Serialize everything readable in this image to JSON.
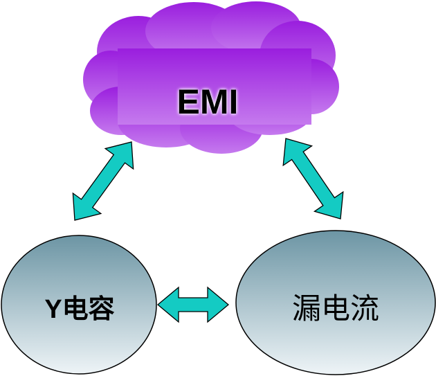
{
  "nodes": {
    "emi": {
      "label": "EMI"
    },
    "y_capacitor": {
      "label": "Y电容"
    },
    "leakage_current": {
      "label": "漏电流"
    }
  },
  "edges": [
    {
      "from": "emi",
      "to": "y_capacitor",
      "type": "bidirectional"
    },
    {
      "from": "emi",
      "to": "leakage_current",
      "type": "bidirectional"
    },
    {
      "from": "y_capacitor",
      "to": "leakage_current",
      "type": "bidirectional"
    }
  ],
  "colors": {
    "cloud_top": "#9a1ede",
    "cloud_bottom": "#c57aee",
    "ellipse_top": "#6c95a4",
    "ellipse_bottom": "#eef4f7",
    "arrow": "#14cbc3"
  }
}
